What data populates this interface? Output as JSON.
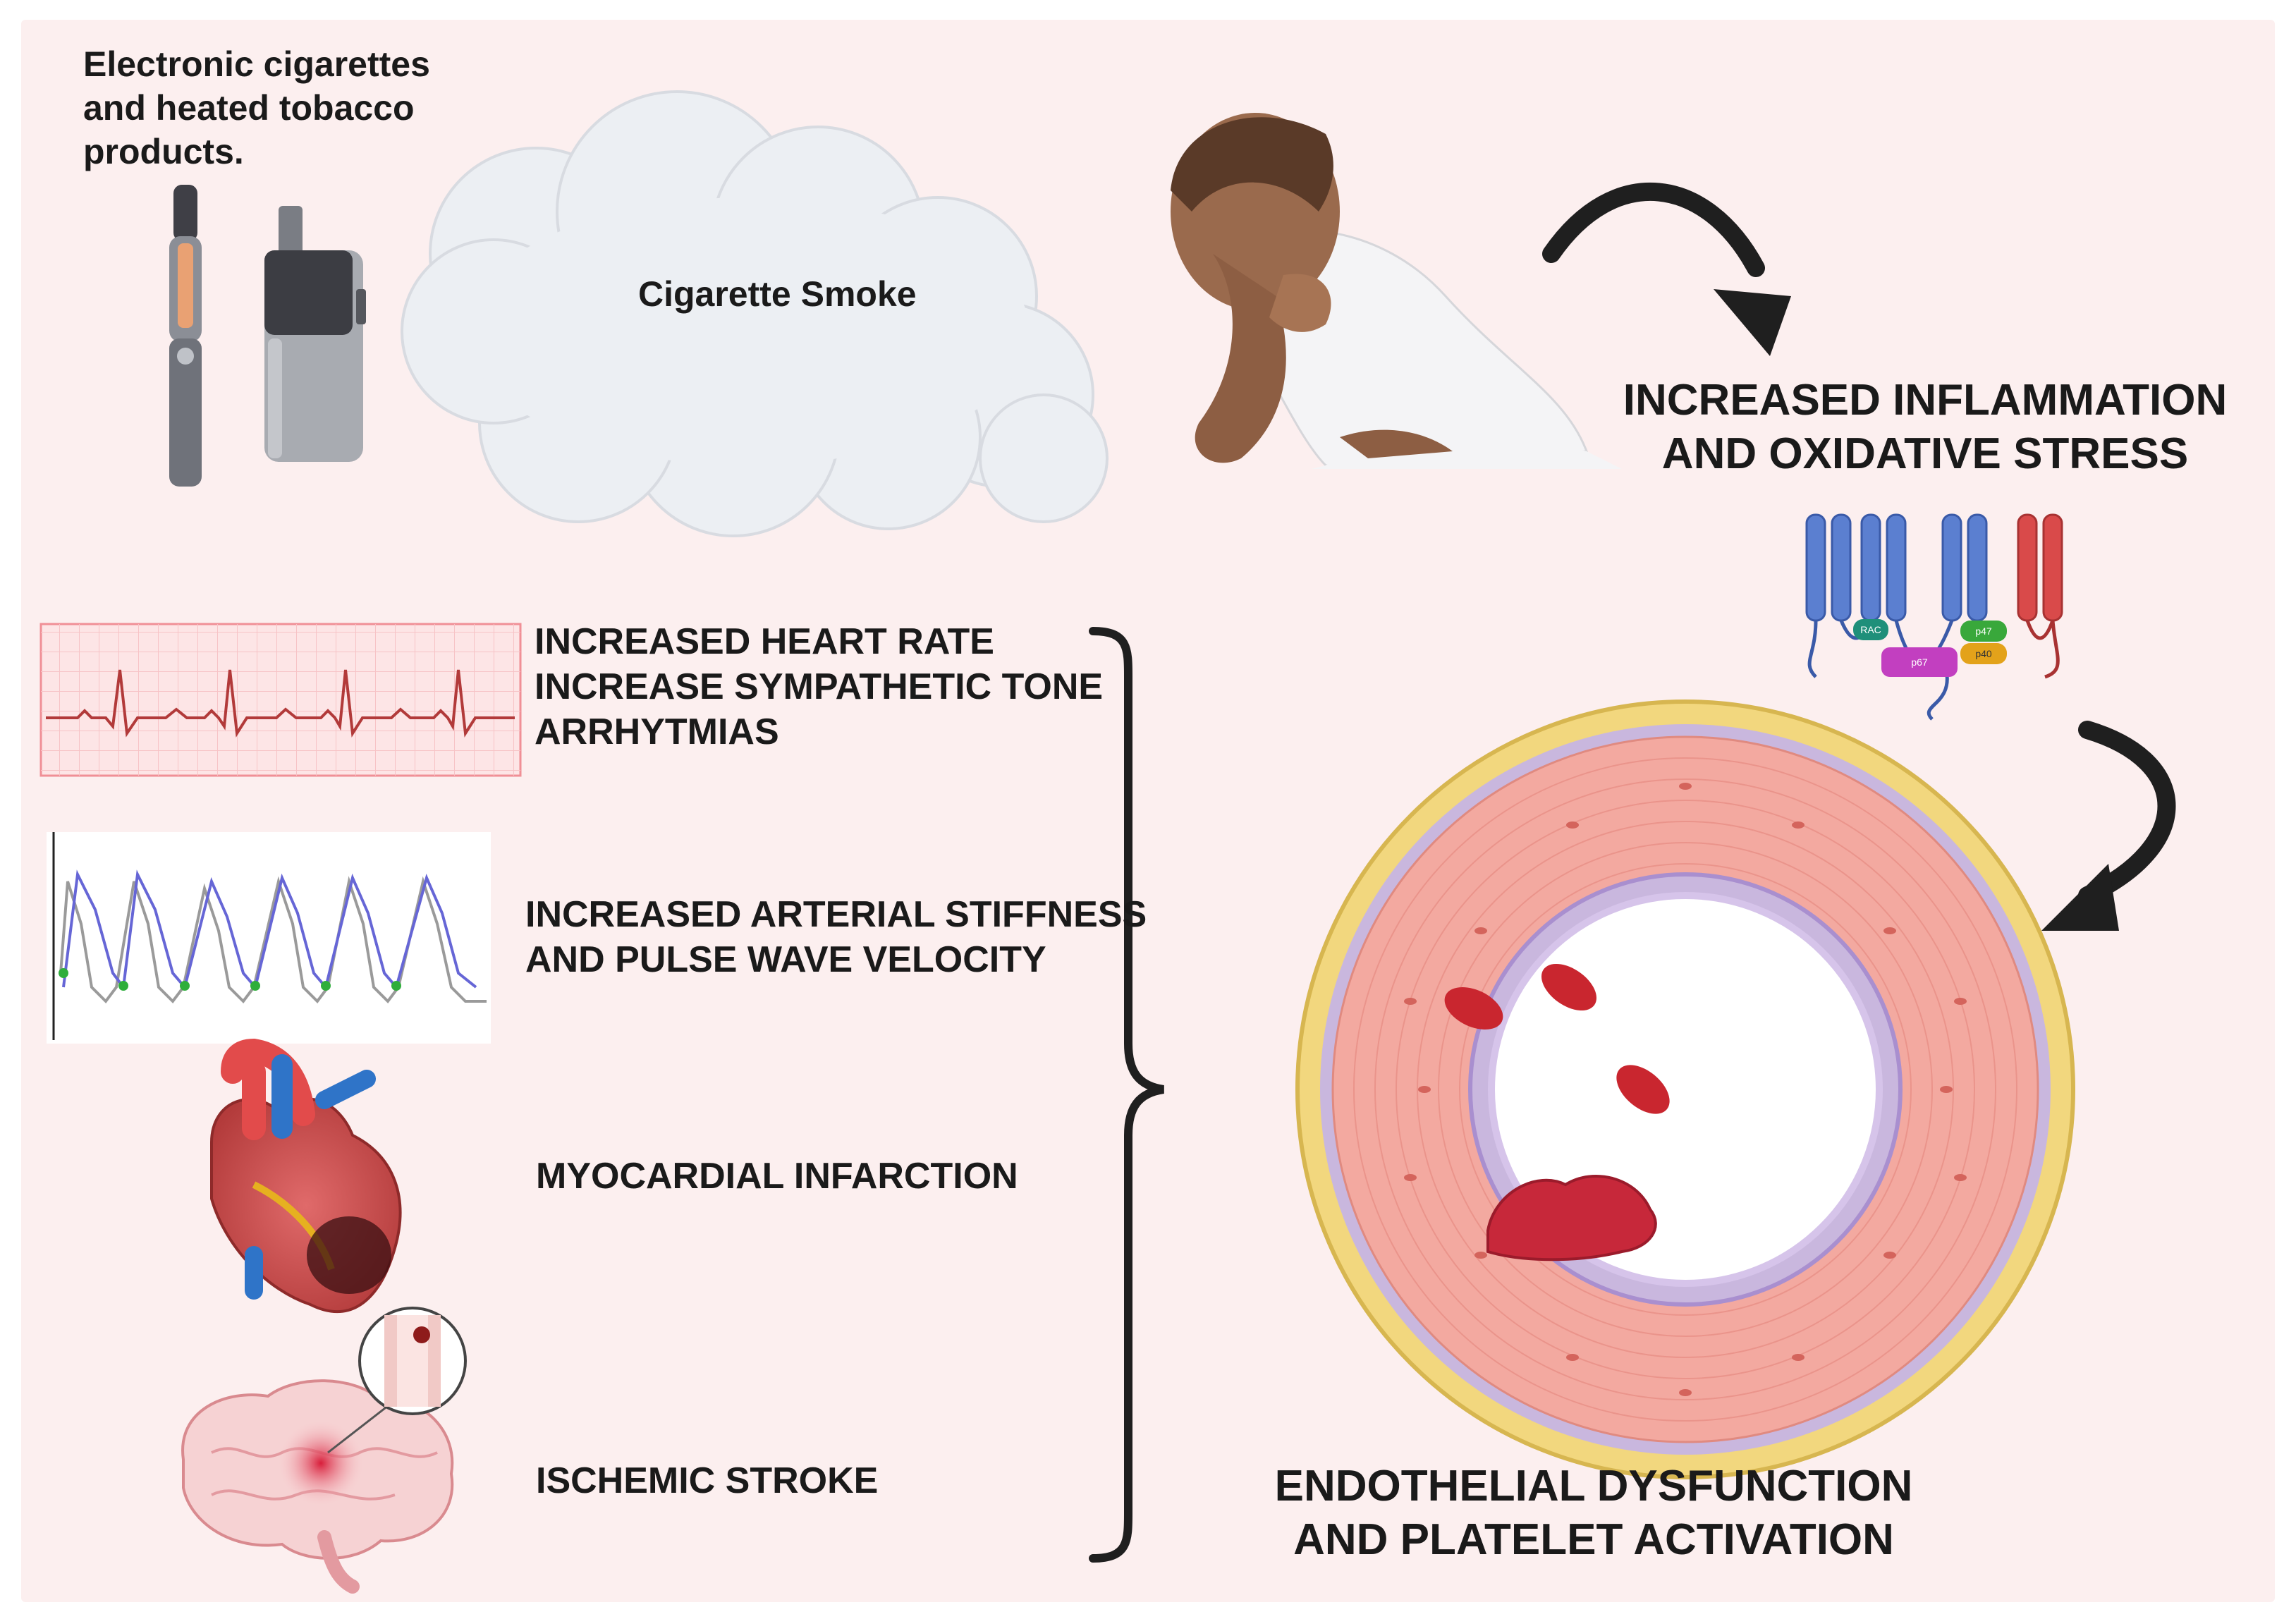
{
  "colors": {
    "background": "#fcefef",
    "receptor_blue": "#5b7fd0",
    "receptor_red": "#d94a4a",
    "vessel_outer": "#f2d77e",
    "vessel_media": "#f3a9a0",
    "vessel_intima": "#c9b7de",
    "blood_cell": "#c9262f",
    "arrow": "#1f1f1f",
    "ecg_grid": "#f4a8ac",
    "ecg_trace": "#b23a3a",
    "pulse_blue": "#6666d6",
    "pulse_gray": "#9a9a9a",
    "pulse_marker": "#2fae3b"
  },
  "top": {
    "devices_caption": [
      "Electronic cigarettes",
      "and heated tobacco",
      "products."
    ],
    "smoke_label": "Cigarette Smoke",
    "inflammation_label": [
      "INCREASED INFLAMMATION",
      "AND OXIDATIVE STRESS"
    ]
  },
  "receptor": {
    "rac_label": "RAC",
    "p67_label": "p67",
    "p47_label": "p47",
    "p40_label": "p40"
  },
  "effects": [
    {
      "icon": "ecg-icon",
      "lines": [
        "INCREASED HEART RATE",
        "INCREASE SYMPATHETIC TONE",
        "ARRHYTMIAS"
      ]
    },
    {
      "icon": "pulse-wave-icon",
      "lines": [
        "INCREASED ARTERIAL STIFFNESS",
        "AND PULSE WAVE VELOCITY"
      ]
    },
    {
      "icon": "heart-icon",
      "lines": [
        "MYOCARDIAL INFARCTION"
      ]
    },
    {
      "icon": "brain-icon",
      "lines": [
        "ISCHEMIC STROKE"
      ]
    }
  ],
  "outcome_label": [
    "ENDOTHELIAL DYSFUNCTION",
    "AND PLATELET ACTIVATION"
  ]
}
